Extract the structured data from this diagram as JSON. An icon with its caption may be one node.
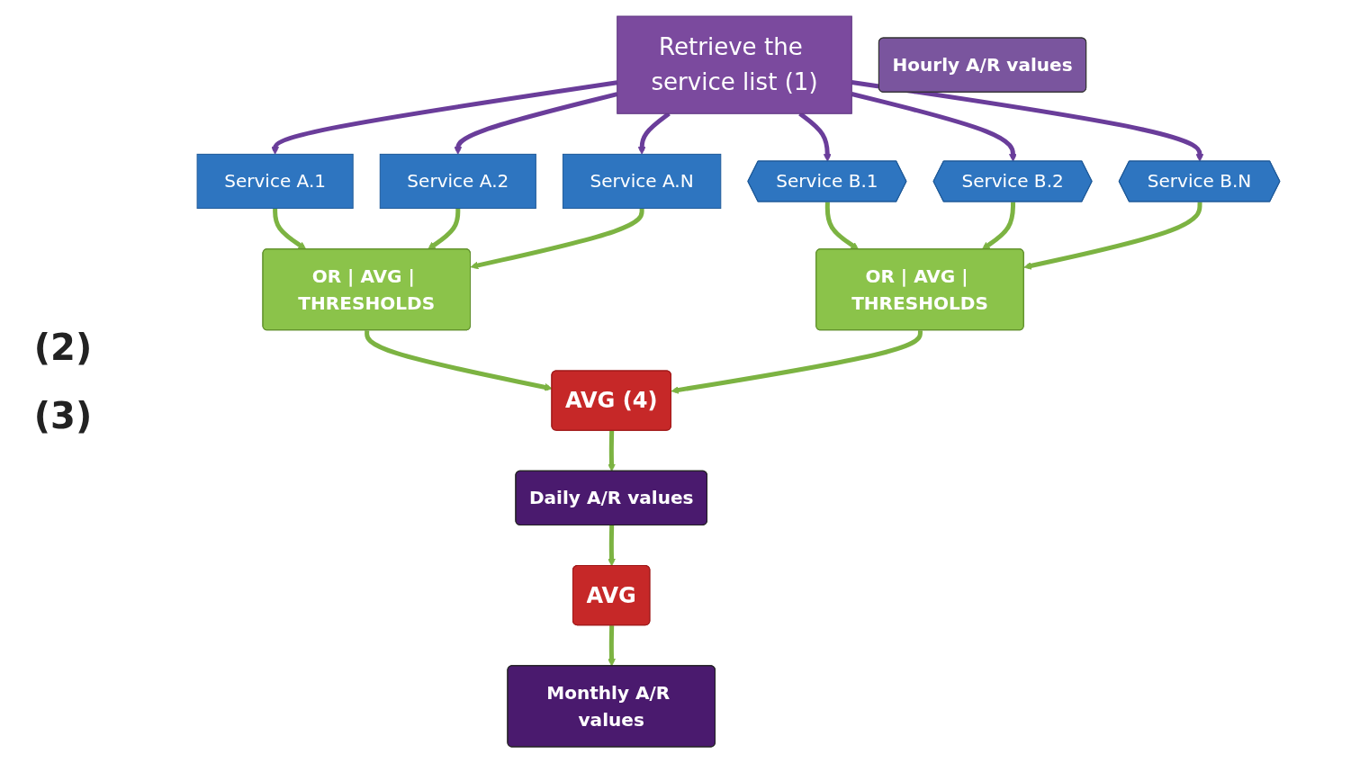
{
  "diagram": {
    "nodes": [
      {
        "text": [
          "Retrieve the service list (1)"
        ]
      },
      {
        "text": [
          "Service A.1"
        ]
      },
      {
        "text": [
          "Service A.2"
        ]
      },
      {
        "text": [
          "Service A.N"
        ]
      },
      {
        "text": [
          "Service B.1"
        ]
      },
      {
        "text": [
          "Service B.2"
        ]
      },
      {
        "text": [
          "Service B.N"
        ]
      },
      {
        "text": [
          "OR | AVG | THRESHOLDS"
        ]
      },
      {
        "text": [
          "OR | AVG | THRESHOLDS"
        ]
      },
      {
        "text": [
          "Hourly A/R values"
        ]
      },
      {
        "text": [
          "AVG (4)"
        ]
      },
      {
        "text": [
          "Daily A/R values"
        ]
      },
      {
        "text": [
          "AVG"
        ]
      },
      {
        "text": [
          "Monthly A/R values"
        ]
      }
    ],
    "edges": [
      {
        "from": 0,
        "to": 1,
        "arrow": "to",
        "color": "#6a3d9a"
      },
      {
        "from": 0,
        "to": 2,
        "arrow": "to",
        "color": "#6a3d9a"
      },
      {
        "from": 0,
        "to": 3,
        "arrow": "to",
        "color": "#6a3d9a"
      },
      {
        "from": 0,
        "to": 4,
        "arrow": "to",
        "color": "#6a3d9a"
      },
      {
        "from": 0,
        "to": 5,
        "arrow": "to",
        "color": "#6a3d9a"
      },
      {
        "from": 0,
        "to": 6,
        "arrow": "to",
        "color": "#6a3d9a"
      },
      {
        "from": 1,
        "to": 7,
        "arrow": "to"
      },
      {
        "from": 2,
        "to": 7,
        "arrow": "to"
      },
      {
        "from": 3,
        "to": 7,
        "arrow": "to"
      },
      {
        "from": 4,
        "to": 8,
        "arrow": "to"
      },
      {
        "from": 5,
        "to": 8,
        "arrow": "to"
      },
      {
        "from": 6,
        "to": 8,
        "arrow": "to"
      },
      {
        "from": 7,
        "to": 10,
        "arrow": "to"
      },
      {
        "from": 8,
        "to": 10,
        "arrow": "to"
      },
      {
        "from": 10,
        "to": 11,
        "arrow": "to"
      },
      {
        "from": 11,
        "to": 12,
        "arrow": "to"
      },
      {
        "from": 12,
        "to": 13,
        "arrow": "to"
      }
    ],
    "labels": [
      "(2)",
      "(3)"
    ]
  }
}
